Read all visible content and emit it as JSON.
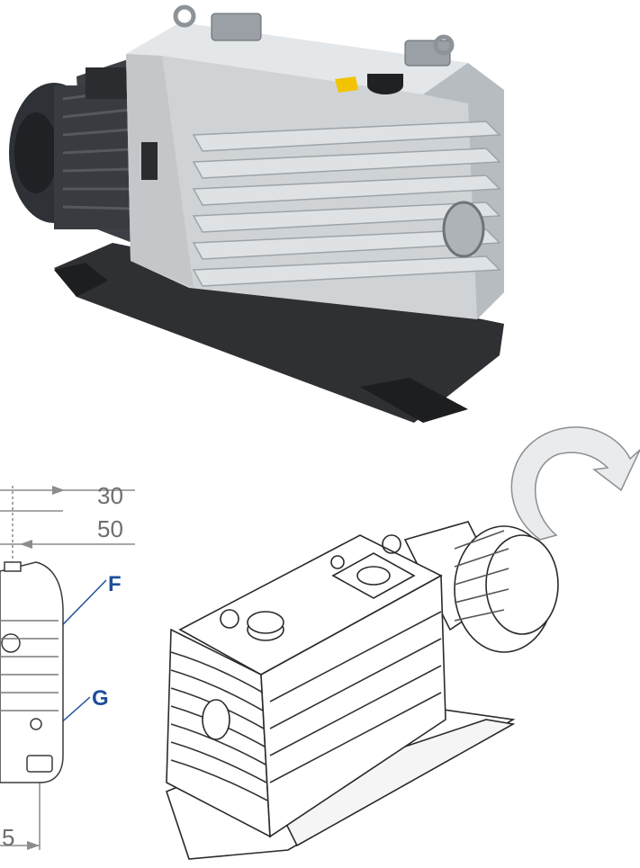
{
  "dimensions": {
    "top": "30",
    "second": "50",
    "bottom_partial": "5"
  },
  "callouts": {
    "f": "F",
    "g": "G"
  },
  "colors": {
    "callout": "#1f4e9a",
    "dimension": "#6e6e6e",
    "pump_body": "#cfd3d6",
    "motor": "#3a3d40",
    "base": "#2b2b2b"
  }
}
